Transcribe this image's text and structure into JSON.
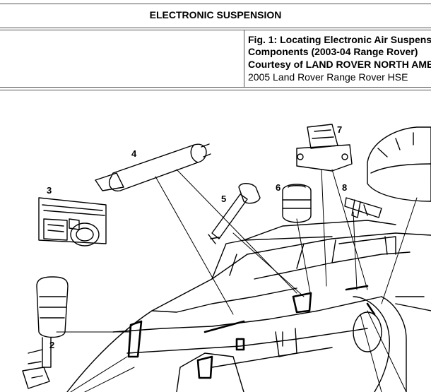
{
  "header": {
    "title": "ELECTRONIC SUSPENSION"
  },
  "figure": {
    "caption_line1": "Fig. 1: Locating Electronic Air Suspens",
    "caption_line2": "Components (2003-04 Range Rover)",
    "courtesy": "Courtesy of LAND ROVER NORTH AME",
    "vehicle": "2005 Land Rover Range Rover HSE"
  },
  "diagram": {
    "callouts": [
      "2",
      "3",
      "4",
      "5",
      "6",
      "7",
      "8"
    ]
  }
}
